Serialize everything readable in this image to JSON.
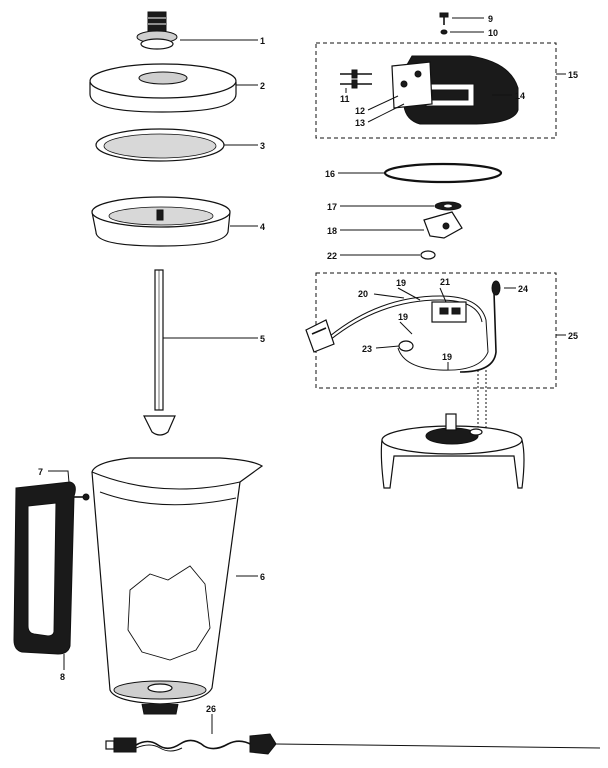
{
  "callouts": {
    "c1": "1",
    "c2": "2",
    "c3": "3",
    "c4": "4",
    "c5": "5",
    "c6": "6",
    "c7": "7",
    "c8": "8",
    "c9": "9",
    "c10": "10",
    "c11": "11",
    "c12": "12",
    "c13": "13",
    "c14": "14",
    "c15": "15",
    "c16": "16",
    "c17": "17",
    "c18": "18",
    "c19a": "19",
    "c19b": "19",
    "c19c": "19",
    "c20": "20",
    "c21": "21",
    "c22": "22",
    "c23": "23",
    "c24": "24",
    "c25": "25",
    "c26": "26"
  }
}
